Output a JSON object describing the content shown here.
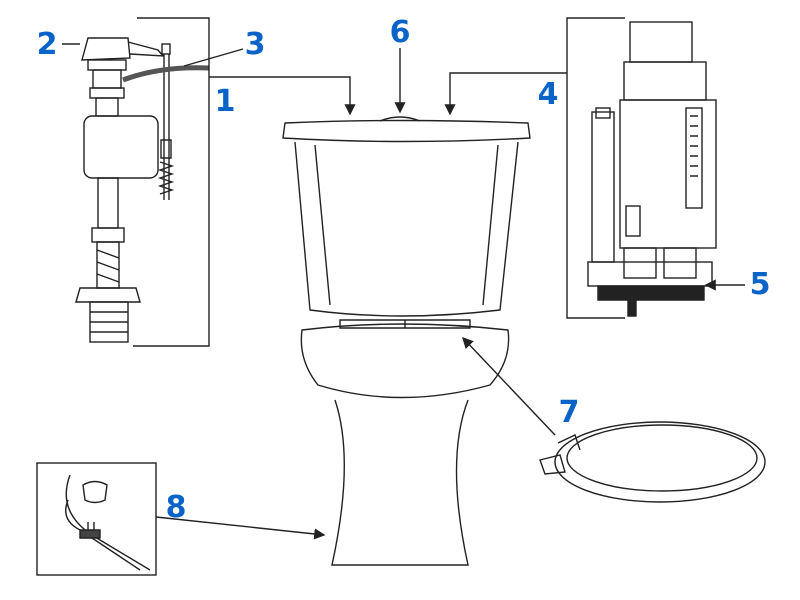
{
  "colors": {
    "label": "#0a64c8",
    "line": "#222222"
  },
  "labels": [
    {
      "id": "fill-valve",
      "text": "1"
    },
    {
      "id": "float-cup",
      "text": "2"
    },
    {
      "id": "refill-tube",
      "text": "3"
    },
    {
      "id": "flush-valve",
      "text": "4"
    },
    {
      "id": "flush-seal",
      "text": "5"
    },
    {
      "id": "flush-button",
      "text": "6"
    },
    {
      "id": "toilet-seat",
      "text": "7"
    },
    {
      "id": "tank-bolts",
      "text": "8"
    }
  ]
}
